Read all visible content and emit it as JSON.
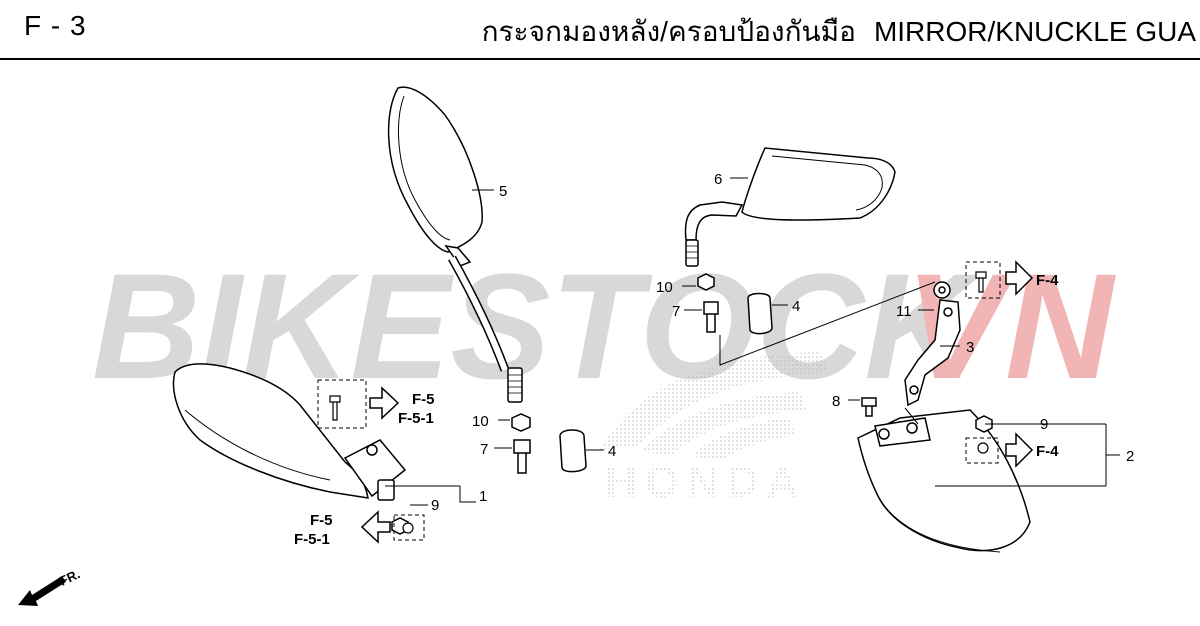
{
  "header": {
    "page_code": "F - 3",
    "title_thai": "กระจกมองหลัง/ครอบป้องกันมือ",
    "title_en": "MIRROR/KNUCKLE GUA"
  },
  "watermark": {
    "part1": "BIKESTOCK",
    "part2": "VN",
    "color1": "#d8d8d8",
    "color2": "#f2b5b5"
  },
  "logo": {
    "text": "HONDA"
  },
  "callouts": {
    "c1": "1",
    "c2": "2",
    "c3": "3",
    "c4a": "4",
    "c4b": "4",
    "c5": "5",
    "c6": "6",
    "c7a": "7",
    "c7b": "7",
    "c8": "8",
    "c9a": "9",
    "c9b": "9",
    "c10a": "10",
    "c10b": "10",
    "c11": "11"
  },
  "refs": {
    "left_upper": [
      "F-5",
      "F-5-1"
    ],
    "left_lower": [
      "F-5",
      "F-5-1"
    ],
    "right_upper": "F-4",
    "right_lower": "F-4"
  },
  "front_indicator": "FR.",
  "colors": {
    "line": "#000000",
    "watermark_gray": "#d8d8d8",
    "watermark_red": "#f2b5b5"
  }
}
